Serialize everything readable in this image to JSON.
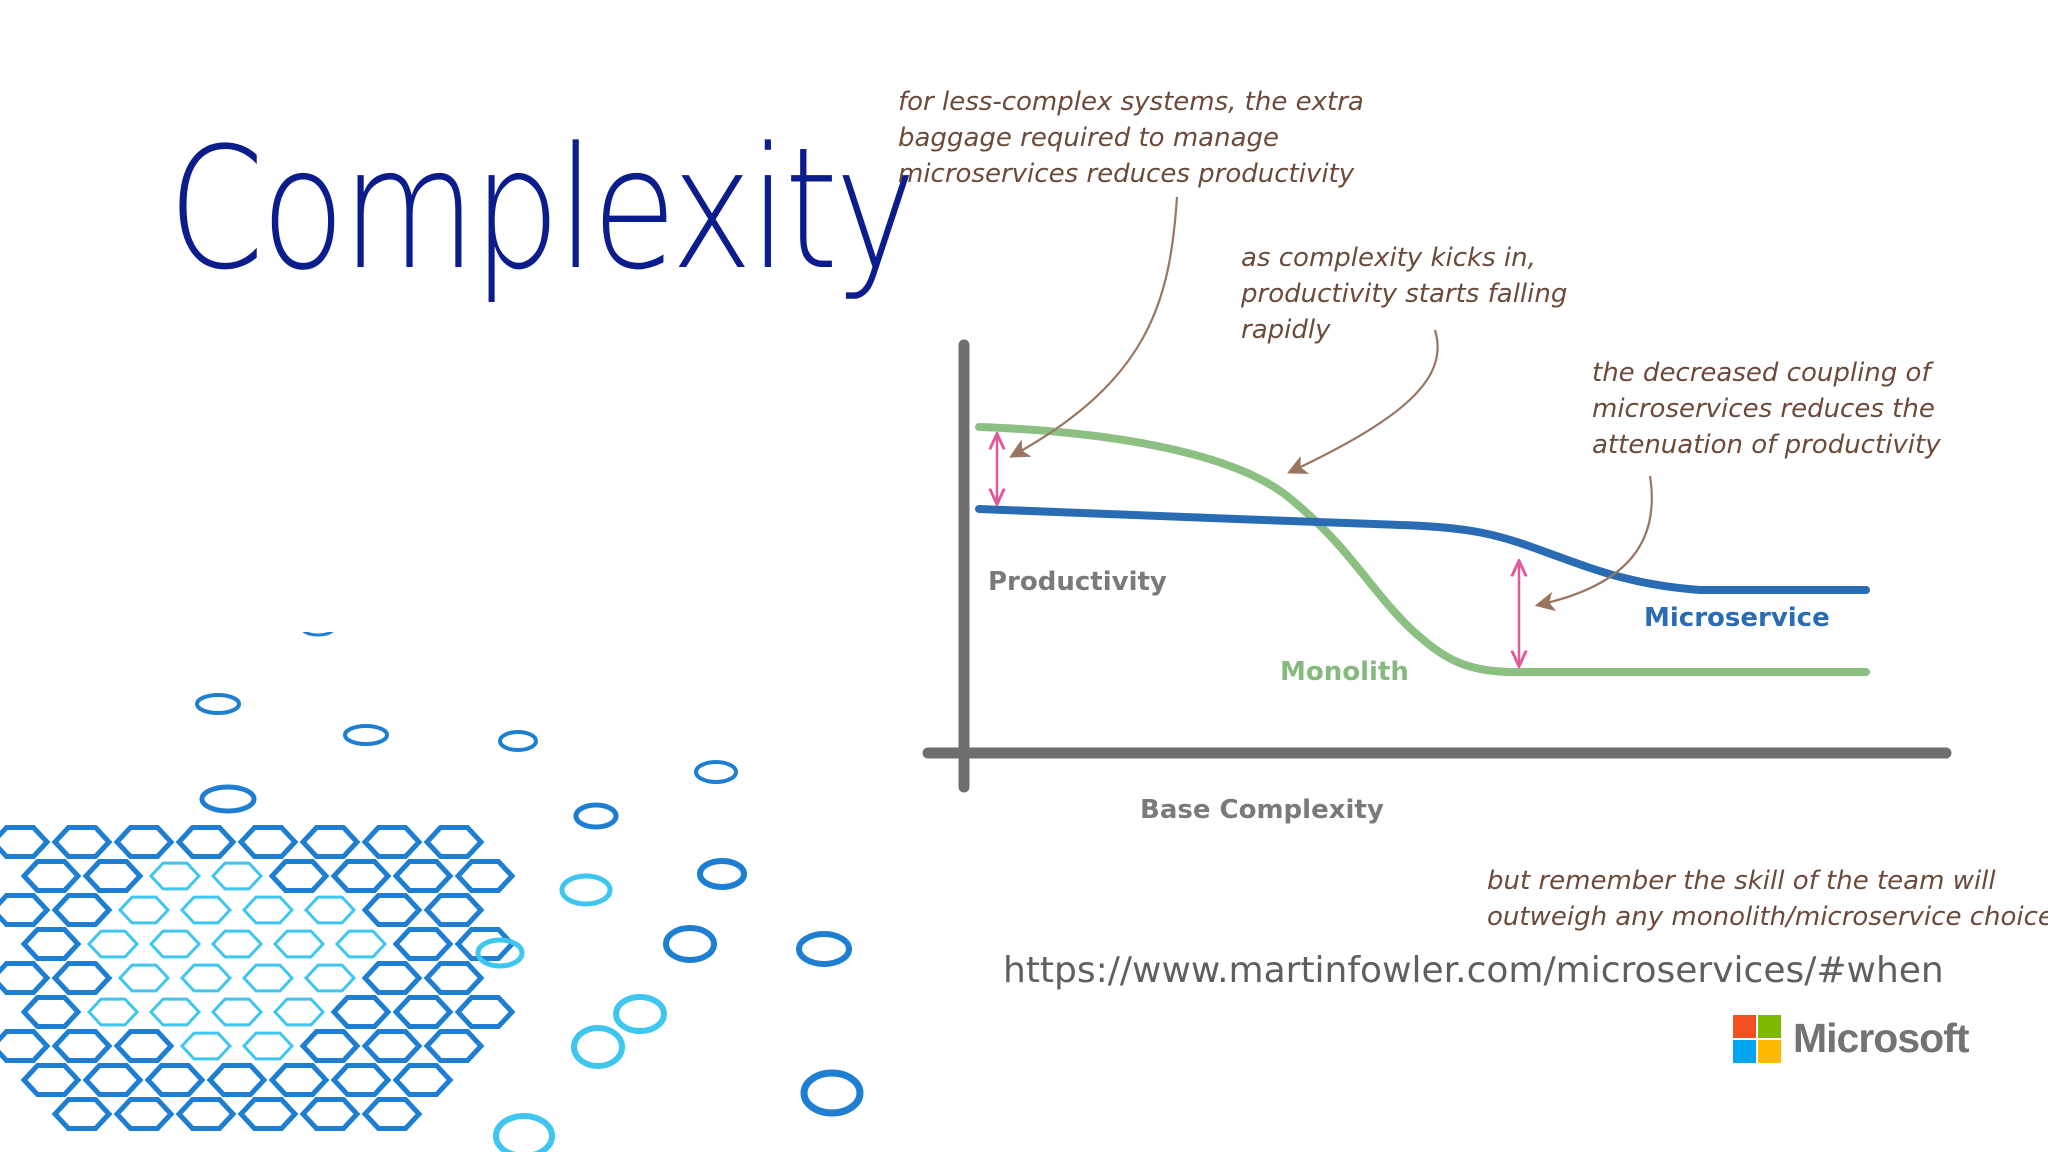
{
  "slide": {
    "title": "Complexity",
    "url": "https://www.martinfowler.com/microservices/#when",
    "brand": {
      "name": "Microsoft",
      "colors": [
        "#f25022",
        "#7fba00",
        "#00a4ef",
        "#ffb900"
      ]
    }
  },
  "diagram": {
    "y_axis_label": "Productivity",
    "x_axis_label": "Base Complexity",
    "series": [
      {
        "name": "Microservice",
        "color": "#2a6cb4"
      },
      {
        "name": "Monolith",
        "color": "#8cc083"
      }
    ],
    "annotations": [
      {
        "lines": [
          "for less-complex systems, the extra",
          "baggage required to manage",
          "microservices reduces productivity"
        ]
      },
      {
        "lines": [
          "as complexity kicks in,",
          "productivity starts falling",
          "rapidly"
        ]
      },
      {
        "lines": [
          "the decreased coupling of",
          "microservices reduces the",
          "attenuation of productivity"
        ]
      },
      {
        "lines": [
          "but remember the skill of the team will",
          "outweigh any monolith/microservice choice"
        ]
      }
    ],
    "colors": {
      "arrow": "#9a7560",
      "gap_marker": "#e05a9a",
      "axis": "#6f6f6f",
      "annotation_text": "#6b4a3a"
    }
  },
  "decoration": {
    "name": "hexagon-pattern",
    "colors": [
      "#1e7ed2",
      "#3ec6ef",
      "#0b2f8a"
    ]
  }
}
